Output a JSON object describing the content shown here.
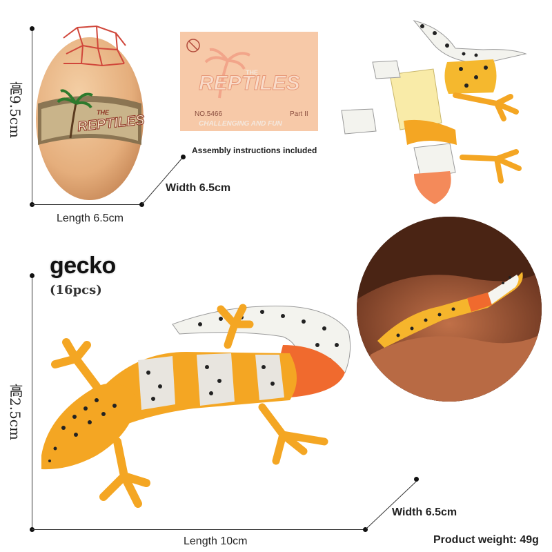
{
  "egg": {
    "height_label": "高9.5cm",
    "width_label": "Width 6.5cm",
    "length_label": "Length 6.5cm",
    "band_text_the": "THE",
    "band_text_main": "REPTILES"
  },
  "card": {
    "brand_the": "THE",
    "brand_main": "REPTILES",
    "model": "NO.5466",
    "part": "Part II",
    "slogan": "CHALLENGING AND FUN",
    "note": "Assembly instructions included"
  },
  "product": {
    "name": "gecko",
    "pieces": "(16pcs)",
    "height_label": "高2.5cm",
    "width_label": "Width 6.5cm",
    "length_label": "Length 10cm",
    "weight_label": "Product weight: 49g"
  },
  "colors": {
    "egg": "#e9b98a",
    "gecko_yellow": "#f4a623",
    "gecko_orange": "#f06a2e",
    "spot": "#2a2a2a",
    "rock": "#a9573a"
  }
}
